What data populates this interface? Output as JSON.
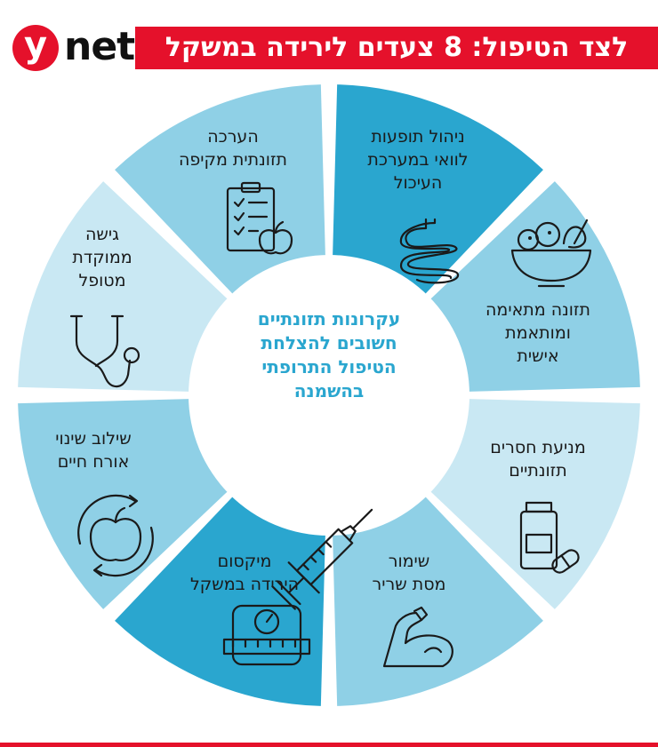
{
  "header": {
    "title": "לצד הטיפול: 8 צעדים לירידה במשקל",
    "logo_letter": "y",
    "logo_word": "net"
  },
  "center": {
    "lines": [
      "עקרונות תזונתיים",
      "חשובים להצלחת",
      "הטיפול התרופתי",
      "בהשמנה"
    ],
    "icon": "syringe-icon"
  },
  "segments": [
    {
      "id": "ibs",
      "lines": [
        "ניהול תופעות",
        "לוואי במערכת",
        "העיכול"
      ],
      "icon": "intestine-icon",
      "color": "#2aa6cf"
    },
    {
      "id": "diet",
      "lines": [
        "תזונה מתאימה",
        "ומותאמת",
        "אישית"
      ],
      "icon": "salad-bowl-icon",
      "color": "#8fd0e6"
    },
    {
      "id": "deficiency",
      "lines": [
        "מניעת חסרים",
        "תזונתיים"
      ],
      "icon": "supplement-pills-icon",
      "color": "#c9e8f3"
    },
    {
      "id": "muscle",
      "lines": [
        "שימור",
        "מסת שריר"
      ],
      "icon": "flexed-arm-icon",
      "color": "#8fd0e6"
    },
    {
      "id": "maximize",
      "lines": [
        "מיקסום",
        "הירידה במשקל"
      ],
      "icon": "scale-measuring-tape-icon",
      "color": "#2aa6cf"
    },
    {
      "id": "lifestyle",
      "lines": [
        "שילוב שינוי",
        "אורח חיים"
      ],
      "icon": "apple-cycle-icon",
      "color": "#8fd0e6"
    },
    {
      "id": "patient",
      "lines": [
        "גישה",
        "ממוקדת",
        "מטופל"
      ],
      "icon": "stethoscope-icon",
      "color": "#c9e8f3"
    },
    {
      "id": "assessment",
      "lines": [
        "הערכה",
        "תזונתית מקיפה"
      ],
      "icon": "clipboard-apple-icon",
      "color": "#8fd0e6"
    }
  ],
  "colors": {
    "brand": "#e5112b",
    "accent": "#2aa6cf",
    "mid": "#8fd0e6",
    "light": "#c9e8f3"
  }
}
